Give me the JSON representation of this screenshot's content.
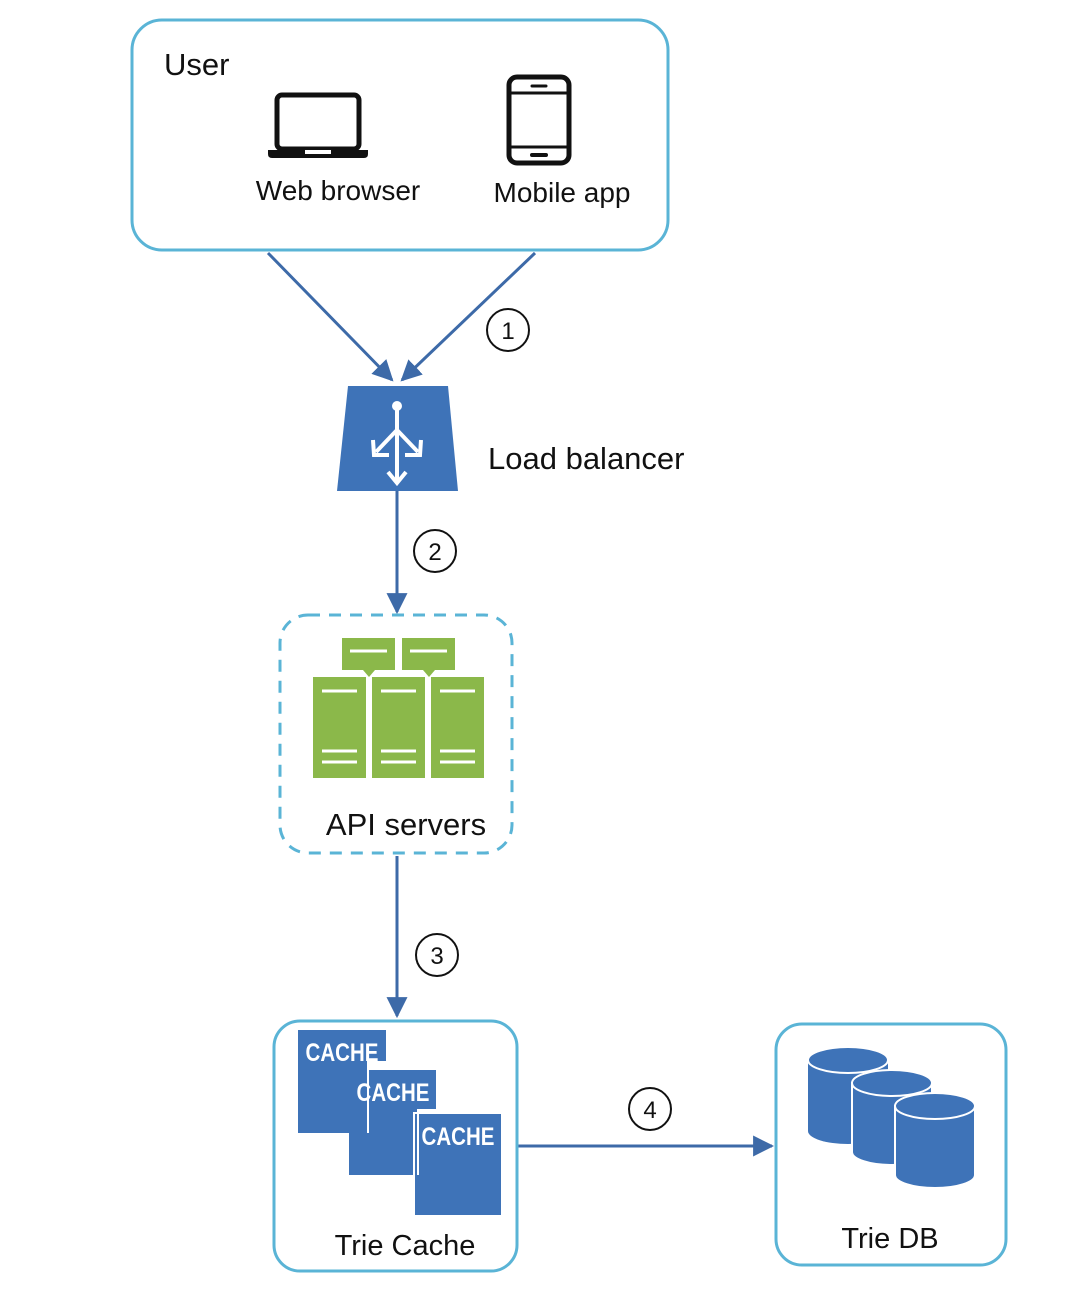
{
  "colors": {
    "box_border": "#5ab4d6",
    "connector": "#3d6aa8",
    "icon_blue": "#3e73b8",
    "server_green": "#8bb84a",
    "text": "#111111"
  },
  "user": {
    "title": "User",
    "web_browser": {
      "label": "Web browser",
      "icon": "laptop-icon"
    },
    "mobile_app": {
      "label": "Mobile app",
      "icon": "smartphone-icon"
    }
  },
  "load_balancer": {
    "label": "Load balancer",
    "icon": "load-balancer-icon"
  },
  "api_servers": {
    "label": "API servers",
    "icon": "server-rack-icon"
  },
  "trie_cache": {
    "label": "Trie Cache",
    "cache_labels": [
      "CACHE",
      "CACHE",
      "CACHE"
    ],
    "icon": "cache-icon"
  },
  "trie_db": {
    "label": "Trie DB",
    "icon": "database-icon"
  },
  "steps": [
    "1",
    "2",
    "3",
    "4"
  ]
}
